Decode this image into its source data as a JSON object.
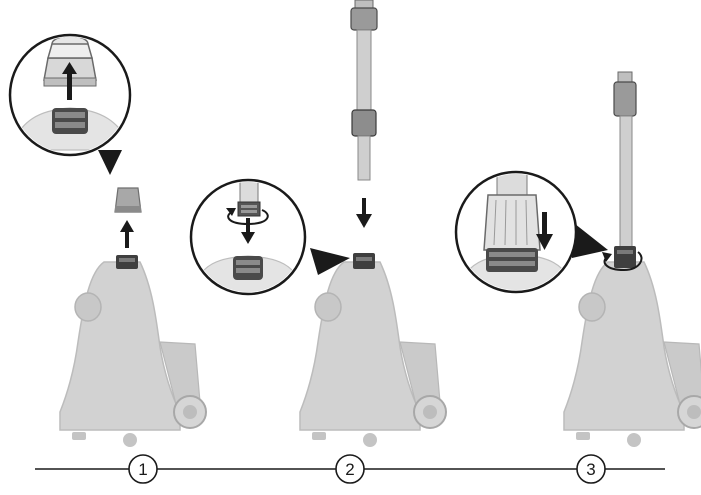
{
  "colors": {
    "steamer_body": "#cfcfcf",
    "steamer_outline": "#bdbdbd",
    "line": "#1a1a1a",
    "pole": "#c8c8c8",
    "metal_dark": "#3a3a3a",
    "cap": "#9a9a9a"
  },
  "timeline": {
    "steps": [
      {
        "label": "1"
      },
      {
        "label": "2"
      },
      {
        "label": "3"
      }
    ]
  },
  "icons": [
    "arrow-up-icon",
    "arrow-down-icon",
    "rotate-icon",
    "zoom-callout-icon",
    "steamer-icon"
  ]
}
